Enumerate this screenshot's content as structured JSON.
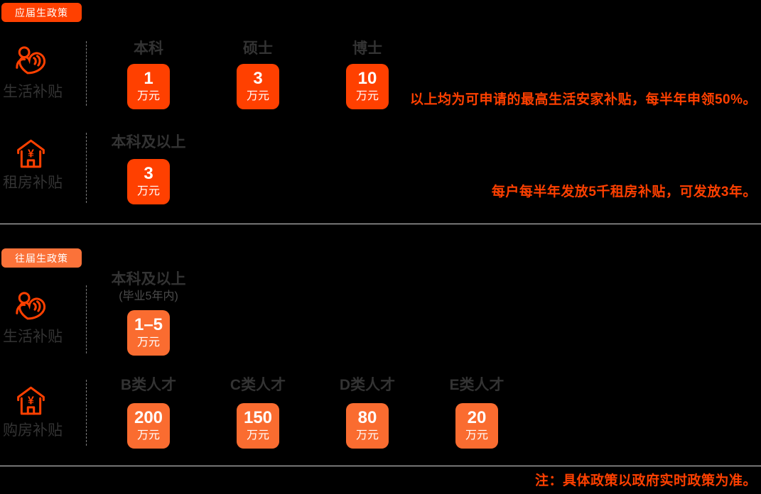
{
  "colors": {
    "background": "#000000",
    "accent_fresh": "#FF4000",
    "accent_previous": "#FA6C30",
    "badge_previous": "#FB7239",
    "label_gray": "#333333",
    "divider_gray": "#D9D9D9"
  },
  "sections": [
    {
      "badge": "应届生政策",
      "rows": [
        {
          "label": "生活补贴",
          "icon": "person-heart-icon",
          "columns": [
            {
              "header": "本科",
              "value": "1",
              "unit": "万元"
            },
            {
              "header": "硕士",
              "value": "3",
              "unit": "万元"
            },
            {
              "header": "博士",
              "value": "10",
              "unit": "万元"
            }
          ],
          "note": "以上均为可申请的最高生活安家补贴，每半年申领50%。"
        },
        {
          "label": "租房补贴",
          "icon": "house-yen-icon",
          "columns": [
            {
              "header": "本科及以上",
              "value": "3",
              "unit": "万元"
            }
          ],
          "note": "每户每半年发放5千租房补贴，可发放3年。"
        }
      ]
    },
    {
      "badge": "往届生政策",
      "rows": [
        {
          "label": "生活补贴",
          "icon": "person-heart-icon",
          "columns": [
            {
              "header": "本科及以上",
              "subheader": "(毕业5年内)",
              "value": "1–5",
              "unit": "万元"
            }
          ]
        },
        {
          "label": "购房补贴",
          "icon": "house-yen-icon",
          "columns": [
            {
              "header": "B类人才",
              "value": "200",
              "unit": "万元"
            },
            {
              "header": "C类人才",
              "value": "150",
              "unit": "万元"
            },
            {
              "header": "D类人才",
              "value": "80",
              "unit": "万元"
            },
            {
              "header": "E类人才",
              "value": "20",
              "unit": "万元"
            }
          ]
        }
      ]
    }
  ],
  "footnote": "注：具体政策以政府实时政策为准。"
}
